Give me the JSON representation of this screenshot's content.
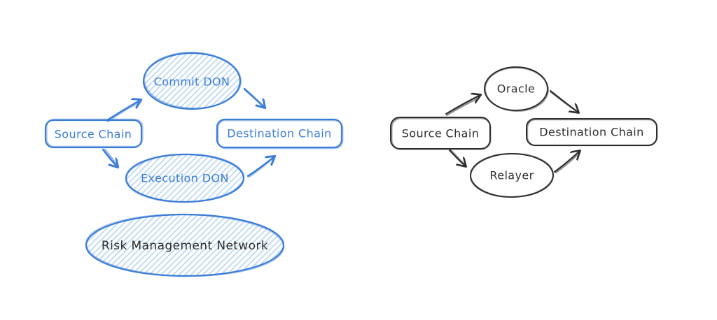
{
  "page": {
    "background": "#ffffff"
  },
  "diagrams": {
    "ccip": {
      "accent_color": "#3b7dd8",
      "hatch_color": "#b9d7f2",
      "nodes": {
        "commit_don": "Commit DON",
        "source_chain": "Source Chain",
        "destination_chain": "Destination Chain",
        "execution_don": "Execution DON",
        "risk_management_network": "Risk Management Network"
      },
      "edges": [
        {
          "from": "source_chain",
          "to": "commit_don"
        },
        {
          "from": "commit_don",
          "to": "destination_chain"
        },
        {
          "from": "source_chain",
          "to": "execution_don"
        },
        {
          "from": "execution_don",
          "to": "destination_chain"
        }
      ]
    },
    "traditional": {
      "accent_color": "#2e2e2e",
      "nodes": {
        "oracle": "Oracle",
        "source_chain": "Source Chain",
        "destination_chain": "Destination Chain",
        "relayer": "Relayer"
      },
      "edges": [
        {
          "from": "source_chain",
          "to": "oracle"
        },
        {
          "from": "oracle",
          "to": "destination_chain"
        },
        {
          "from": "source_chain",
          "to": "relayer"
        },
        {
          "from": "relayer",
          "to": "destination_chain"
        }
      ]
    }
  }
}
